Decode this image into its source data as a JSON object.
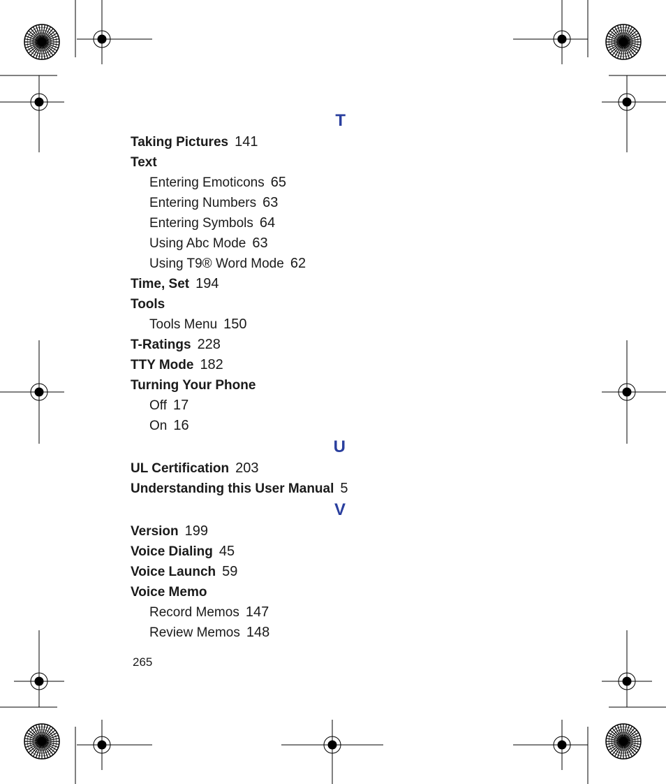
{
  "index": {
    "sections": [
      {
        "letter": "T",
        "entries": [
          {
            "level": "main",
            "term": "Taking Pictures",
            "page": "141"
          },
          {
            "level": "main",
            "term": "Text",
            "page": ""
          },
          {
            "level": "sub",
            "term": "Entering Emoticons",
            "page": "65"
          },
          {
            "level": "sub",
            "term": "Entering Numbers",
            "page": "63"
          },
          {
            "level": "sub",
            "term": "Entering Symbols",
            "page": "64"
          },
          {
            "level": "sub",
            "term": "Using Abc Mode",
            "page": "63"
          },
          {
            "level": "sub",
            "term": "Using T9® Word Mode",
            "page": "62"
          },
          {
            "level": "main",
            "term": "Time, Set",
            "page": "194"
          },
          {
            "level": "main",
            "term": "Tools",
            "page": ""
          },
          {
            "level": "sub",
            "term": "Tools Menu",
            "page": "150"
          },
          {
            "level": "main",
            "term": "T-Ratings",
            "page": "228"
          },
          {
            "level": "main",
            "term": "TTY Mode",
            "page": "182"
          },
          {
            "level": "main",
            "term": "Turning Your Phone",
            "page": ""
          },
          {
            "level": "sub",
            "term": "Off",
            "page": "17"
          },
          {
            "level": "sub",
            "term": "On",
            "page": "16"
          }
        ]
      },
      {
        "letter": "U",
        "entries": [
          {
            "level": "main",
            "term": "UL Certification",
            "page": "203"
          },
          {
            "level": "main",
            "term": "Understanding this User Manual",
            "page": "5"
          }
        ]
      },
      {
        "letter": "V",
        "entries": [
          {
            "level": "main",
            "term": "Version",
            "page": "199"
          },
          {
            "level": "main",
            "term": "Voice Dialing",
            "page": "45"
          },
          {
            "level": "main",
            "term": "Voice Launch",
            "page": "59"
          },
          {
            "level": "main",
            "term": "Voice Memo",
            "page": ""
          },
          {
            "level": "sub",
            "term": "Record Memos",
            "page": "147"
          },
          {
            "level": "sub",
            "term": "Review Memos",
            "page": "148"
          }
        ]
      }
    ]
  },
  "footer": {
    "page_number": "265"
  },
  "colors": {
    "section_letter": "#2a3f9e",
    "text": "#1a1a1a"
  }
}
